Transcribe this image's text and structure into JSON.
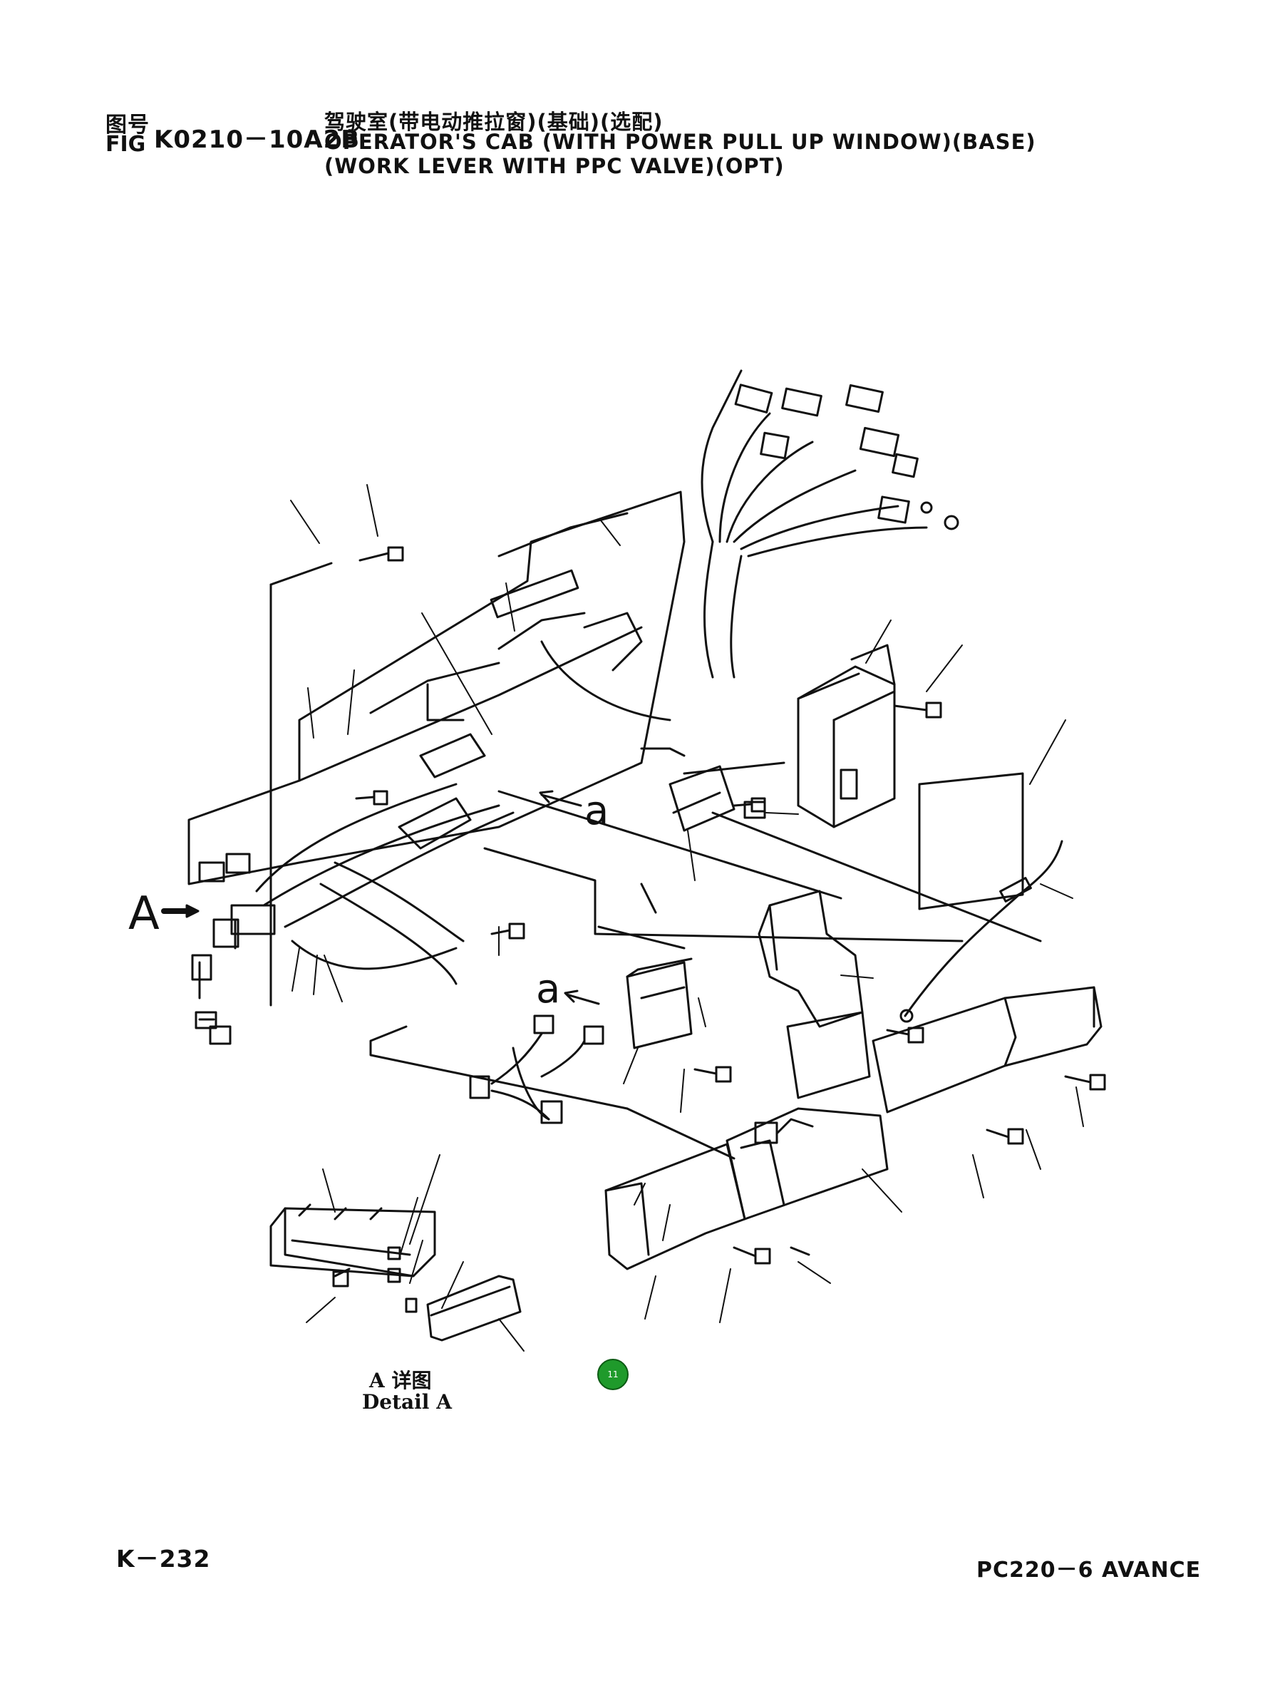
{
  "header": {
    "fig_label_zh": "图号",
    "fig_label_en": "FIG",
    "fig_number": "K0210－10A2B",
    "title_zh": "驾驶室(带电动推拉窗)(基础)(选配)",
    "title_en_line1": "OPERATOR'S CAB (WITH POWER PULL UP WINDOW)(BASE)",
    "title_en_line2": "(WORK LEVER WITH PPC VALVE)(OPT)"
  },
  "diagram": {
    "view_label_A": "A",
    "view_label_a_upper": "a",
    "view_label_a_lower": "a",
    "detail_caption_zh": "A 详图",
    "detail_caption_en": "Detail A",
    "marker_label": "11",
    "colors": {
      "line": "#111111",
      "marker": "#1f9a2b"
    }
  },
  "footer": {
    "page_number": "K－232",
    "model": "PC220－6 AVANCE"
  }
}
